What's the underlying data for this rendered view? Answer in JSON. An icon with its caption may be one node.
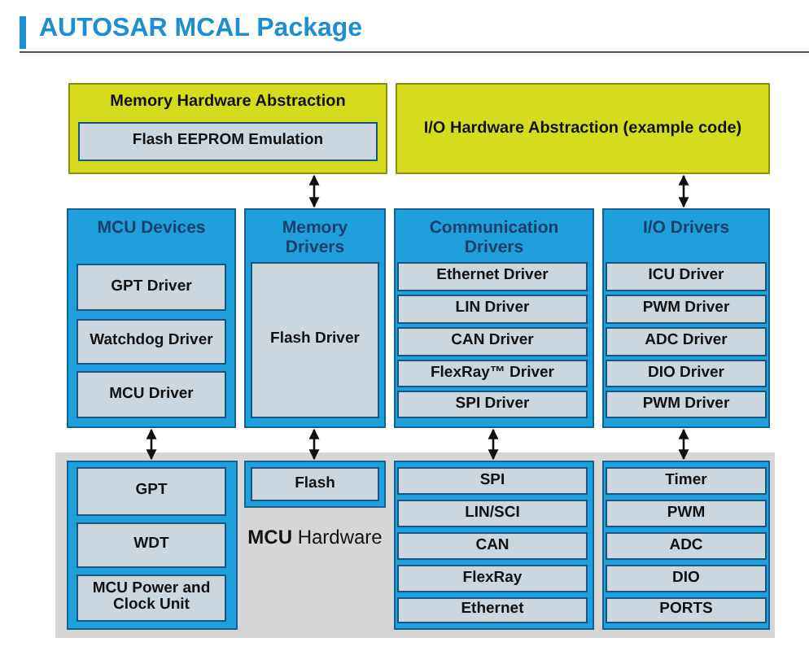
{
  "diagram": {
    "title": "AUTOSAR MCAL Package",
    "nodes": [
      {
        "text": [
          "Memory Hardware Abstraction"
        ]
      },
      {
        "text": [
          "Flash EEPROM Emulation"
        ],
        "in": 0
      },
      {
        "text": [
          "I/O Hardware Abstraction (example code)"
        ]
      },
      {
        "text": [
          "MCU Devices"
        ]
      },
      {
        "text": [
          "GPT Driver"
        ],
        "in": 3
      },
      {
        "text": [
          "Watchdog Driver"
        ],
        "in": 3
      },
      {
        "text": [
          "MCU Driver"
        ],
        "in": 3
      },
      {
        "text": [
          "Memory Drivers"
        ]
      },
      {
        "text": [
          "Flash Driver"
        ],
        "in": 7
      },
      {
        "text": [
          "Communication Drivers"
        ]
      },
      {
        "text": [
          "Ethernet Driver"
        ],
        "in": 9
      },
      {
        "text": [
          "LIN Driver"
        ],
        "in": 9
      },
      {
        "text": [
          "CAN Driver"
        ],
        "in": 9
      },
      {
        "text": [
          "FlexRay™ Driver"
        ],
        "in": 9
      },
      {
        "text": [
          "SPI Driver"
        ],
        "in": 9
      },
      {
        "text": [
          "I/O Drivers"
        ]
      },
      {
        "text": [
          "ICU Driver"
        ],
        "in": 15
      },
      {
        "text": [
          "PWM Driver"
        ],
        "in": 15
      },
      {
        "text": [
          "ADC Driver"
        ],
        "in": 15
      },
      {
        "text": [
          "DIO Driver"
        ],
        "in": 15
      },
      {
        "text": [
          "PWM Driver"
        ],
        "in": 15
      },
      {
        "text": [
          "**MCU** Hardware"
        ]
      },
      {
        "text": [],
        "shape": "box",
        "in": 21
      },
      {
        "text": [
          "GPT"
        ],
        "in": 22
      },
      {
        "text": [
          "WDT"
        ],
        "in": 22
      },
      {
        "text": [
          "MCU Power and Clock Unit"
        ],
        "in": 22
      },
      {
        "text": [],
        "shape": "box",
        "in": 21
      },
      {
        "text": [
          "Flash"
        ],
        "in": 26
      },
      {
        "text": [],
        "shape": "box",
        "in": 21
      },
      {
        "text": [
          "SPI"
        ],
        "in": 28
      },
      {
        "text": [
          "LIN/SCI"
        ],
        "in": 28
      },
      {
        "text": [
          "CAN"
        ],
        "in": 28
      },
      {
        "text": [
          "FlexRay"
        ],
        "in": 28
      },
      {
        "text": [
          "Ethernet"
        ],
        "in": 28
      },
      {
        "text": [],
        "shape": "box",
        "in": 21
      },
      {
        "text": [
          "Timer"
        ],
        "in": 34
      },
      {
        "text": [
          "PWM"
        ],
        "in": 34
      },
      {
        "text": [
          "ADC"
        ],
        "in": 34
      },
      {
        "text": [
          "DIO"
        ],
        "in": 34
      },
      {
        "text": [
          "PORTS"
        ],
        "in": 34
      }
    ],
    "edges": [
      {
        "from": 0,
        "to": 7,
        "arrow": "both"
      },
      {
        "from": 2,
        "to": 15,
        "arrow": "both"
      },
      {
        "from": 3,
        "to": 22,
        "arrow": "both"
      },
      {
        "from": 7,
        "to": 26,
        "arrow": "both"
      },
      {
        "from": 9,
        "to": 28,
        "arrow": "both"
      },
      {
        "from": 15,
        "to": 34,
        "arrow": "both"
      }
    ]
  }
}
